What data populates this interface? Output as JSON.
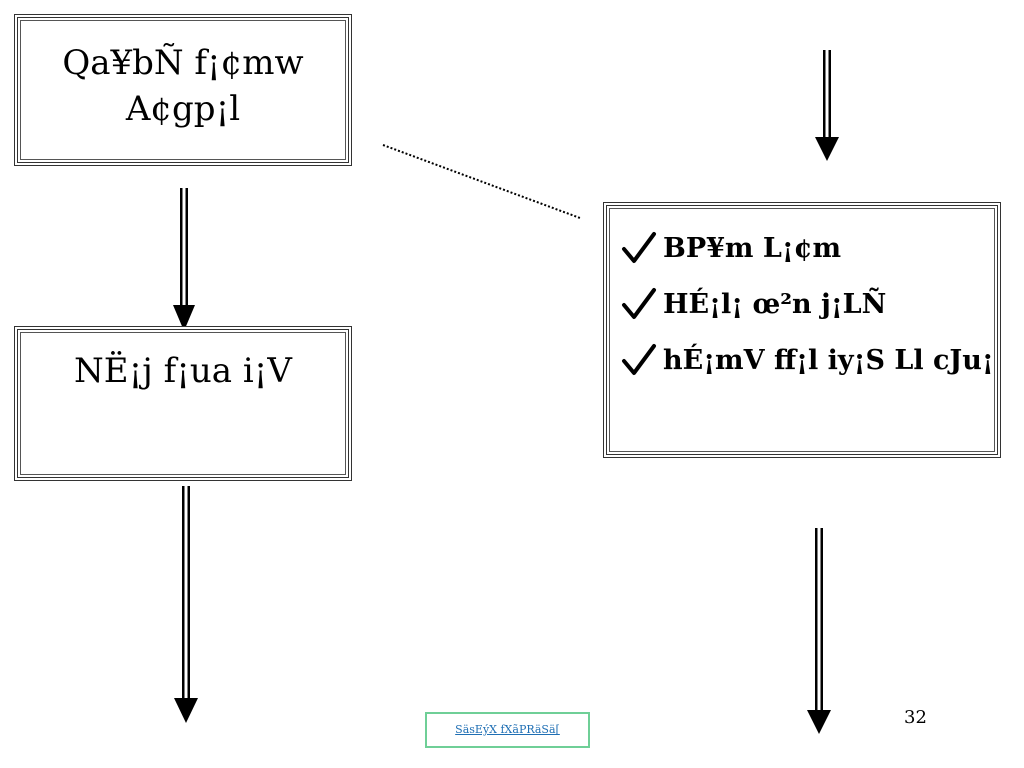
{
  "boxes": {
    "top_left": {
      "line1": "Qa¥bÑ f¡¢mw",
      "line2": "A¢gp¡l"
    },
    "mid_left": {
      "line1": "NË¡j f¡ua i¡V"
    },
    "right": {
      "items": [
        "BP¥m L¡¢m",
        "HÉ¡l¡ œ²n j¡LÑ",
        "hÉ¡mV ff¡l iy¡S Ll cJu¡"
      ]
    }
  },
  "footer": {
    "tag": "SäsEýX fXãPRäSä[",
    "page_number": "32"
  },
  "colors": {
    "footer_border": "#6fcf97",
    "footer_text": "#1f6fb4"
  },
  "icons": {
    "list_bullet": "checkmark-icon"
  }
}
